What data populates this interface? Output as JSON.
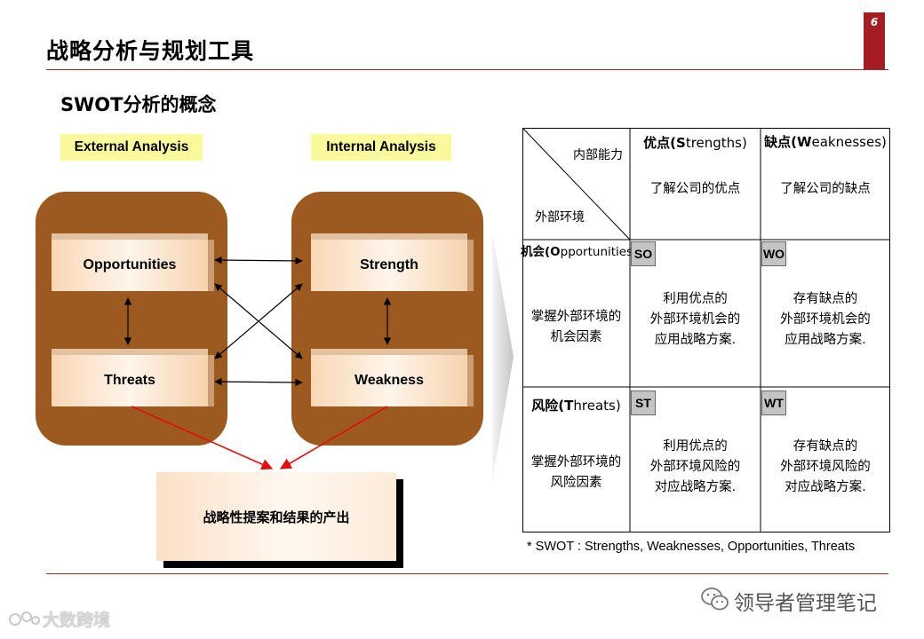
{
  "header": {
    "title": "战略分析与规划工具",
    "page_number": "6"
  },
  "subtitle": "SWOT分析的概念",
  "diagram": {
    "external_label": "External Analysis",
    "internal_label": "Internal Analysis",
    "blocks": {
      "opportunities": "Opportunities",
      "threats": "Threats",
      "strength": "Strength",
      "weakness": "Weakness"
    },
    "output": "战略性提案和结果的产出"
  },
  "matrix": {
    "corner_top": "内部能力",
    "corner_bottom": "外部环境",
    "col_strengths": {
      "prefix": "优点(",
      "initial": "S",
      "rest": "trengths)"
    },
    "col_weaknesses": {
      "prefix": "缺点(",
      "initial": "W",
      "rest": "eaknesses)"
    },
    "row_opportunities": {
      "prefix": "机会(",
      "initial": "O",
      "rest": "pportunities"
    },
    "row_threats": {
      "prefix": "风险(",
      "initial": "T",
      "rest": "hreats)"
    },
    "strengths_desc": "了解公司的优点",
    "weaknesses_desc": "了解公司的缺点",
    "opp_desc": [
      "掌握外部环境的",
      "机会因素"
    ],
    "threat_desc": [
      "掌握外部环境的",
      "风险因素"
    ],
    "so": {
      "tag": "SO",
      "lines": [
        "利用优点的",
        "外部环境机会的",
        "应用战略方案."
      ]
    },
    "wo": {
      "tag": "WO",
      "lines": [
        "存有缺点的",
        "外部环境机会的",
        "应用战略方案."
      ]
    },
    "st": {
      "tag": "ST",
      "lines": [
        "利用优点的",
        "外部环境风险的",
        "对应战略方案."
      ]
    },
    "wt": {
      "tag": "WT",
      "lines": [
        "存有缺点的",
        "外部环境风险的",
        "对应战略方案."
      ]
    }
  },
  "footnote": "* SWOT : Strengths,  Weaknesses, Opportunities, Threats",
  "watermarks": {
    "left": "大数跨境",
    "right": "领导者管理笔记"
  },
  "colors": {
    "accent_red": "#b0252a",
    "panel_brown": "#9c5a1e",
    "tag_yellow": "#fafa9c"
  }
}
